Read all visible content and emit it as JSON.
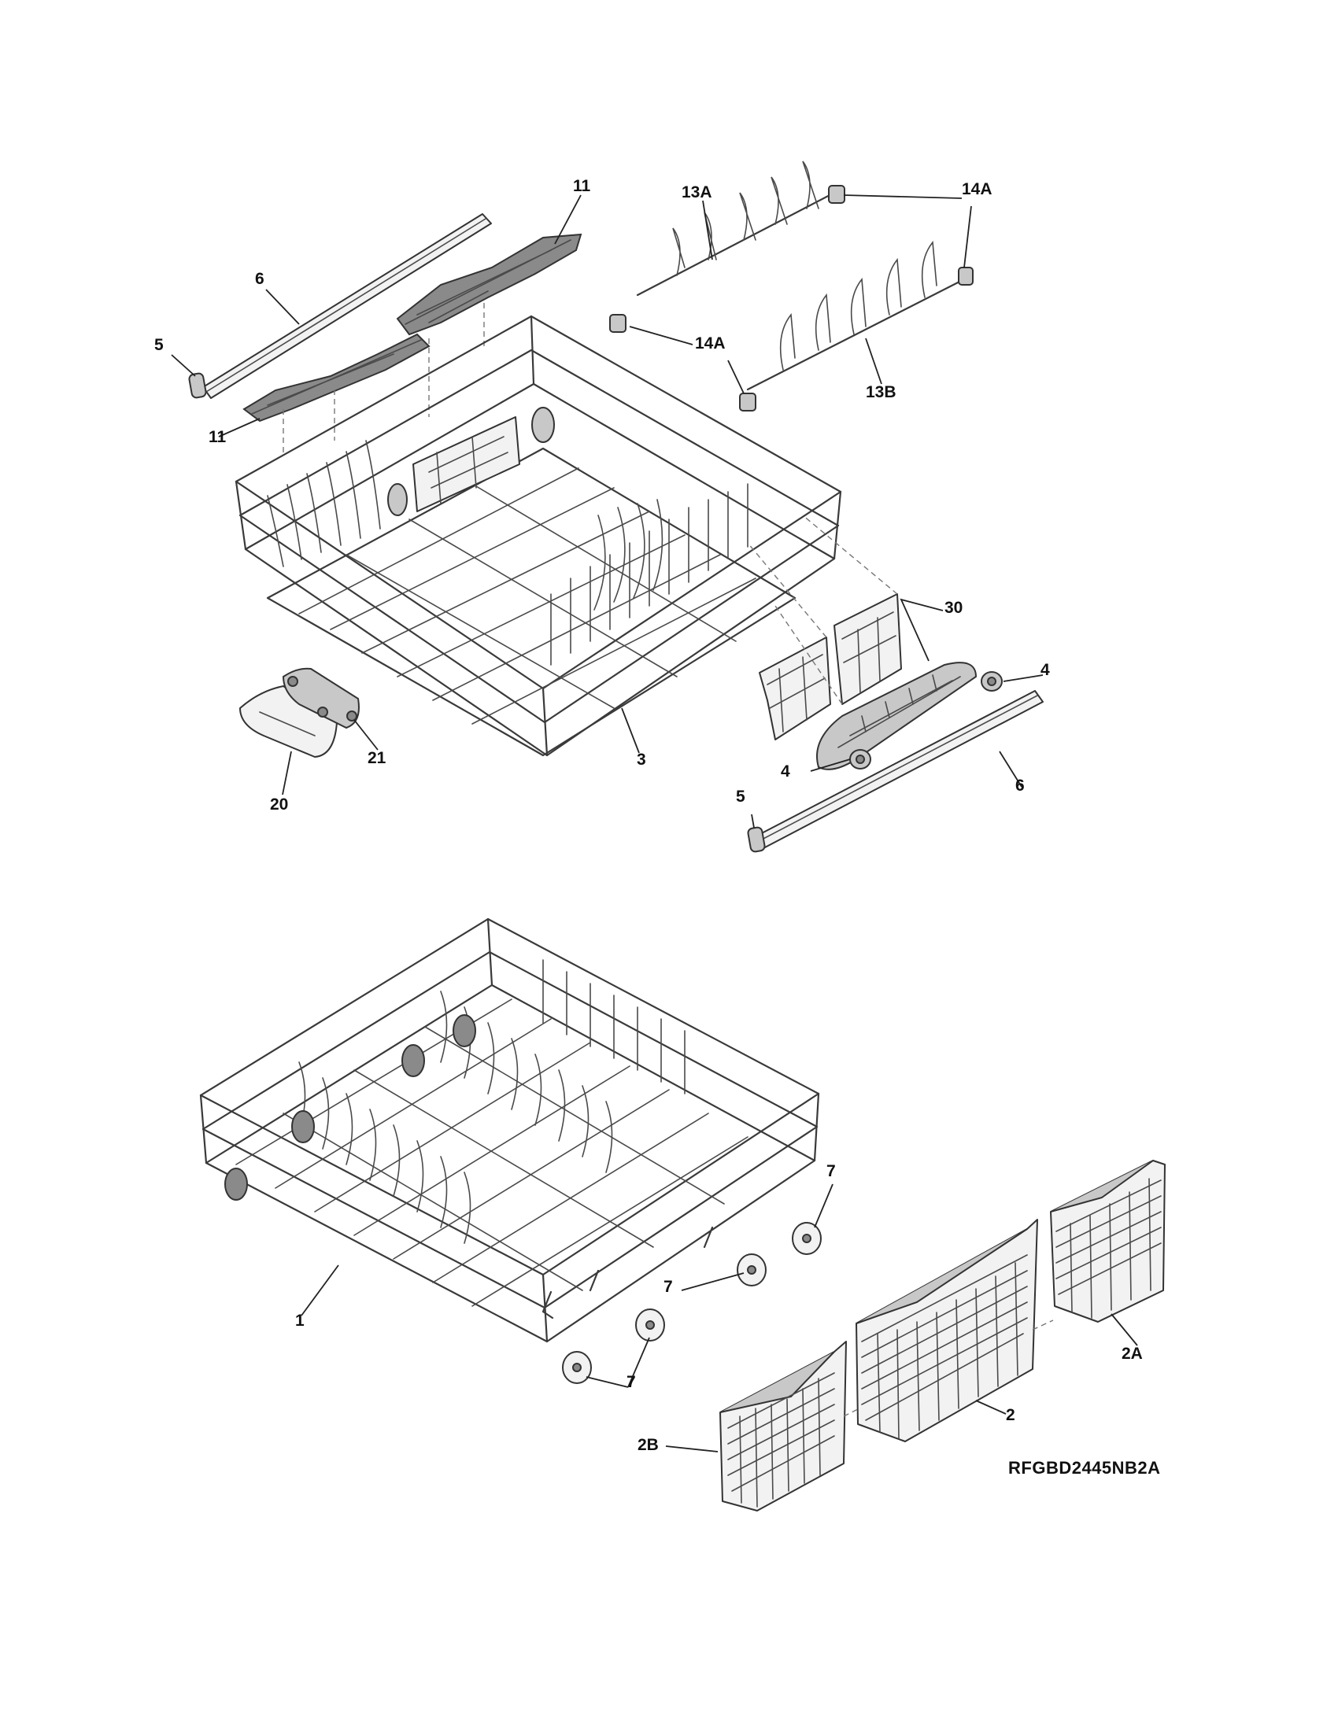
{
  "diagram": {
    "model_code": "RFGBD2445NB2A",
    "callouts": {
      "c11_top": "11",
      "c6_top": "6",
      "c5_top": "5",
      "c11_left": "11",
      "c13A": "13A",
      "c14A_top": "14A",
      "c14A_mid": "14A",
      "c13B": "13B",
      "c30": "30",
      "c4_right": "4",
      "c4_bottom": "4",
      "c6_bottom": "6",
      "c5_bottom": "5",
      "c3": "3",
      "c21": "21",
      "c20": "20",
      "c7_a": "7",
      "c7_b": "7",
      "c7_c": "7",
      "c1": "1",
      "c2A": "2A",
      "c2": "2",
      "c2B": "2B"
    },
    "parts": [
      {
        "id": "upper-rack",
        "label": "3"
      },
      {
        "id": "lower-rack",
        "label": "1"
      },
      {
        "id": "rack-rail",
        "label": "6"
      },
      {
        "id": "rail-end-cap",
        "label": "5"
      },
      {
        "id": "cup-shelf",
        "label": "11"
      },
      {
        "id": "tine-row-a",
        "label": "13A"
      },
      {
        "id": "tine-clip",
        "label": "14A"
      },
      {
        "id": "tine-row-b",
        "label": "13B"
      },
      {
        "id": "rack-adjuster",
        "label": "30"
      },
      {
        "id": "upper-rack-wheel",
        "label": "4"
      },
      {
        "id": "rack-handle-insert",
        "label": "21"
      },
      {
        "id": "rack-handle",
        "label": "20"
      },
      {
        "id": "lower-rack-wheel",
        "label": "7"
      },
      {
        "id": "silverware-basket-center",
        "label": "2"
      },
      {
        "id": "silverware-basket-right",
        "label": "2A"
      },
      {
        "id": "silverware-basket-left",
        "label": "2B"
      }
    ]
  }
}
